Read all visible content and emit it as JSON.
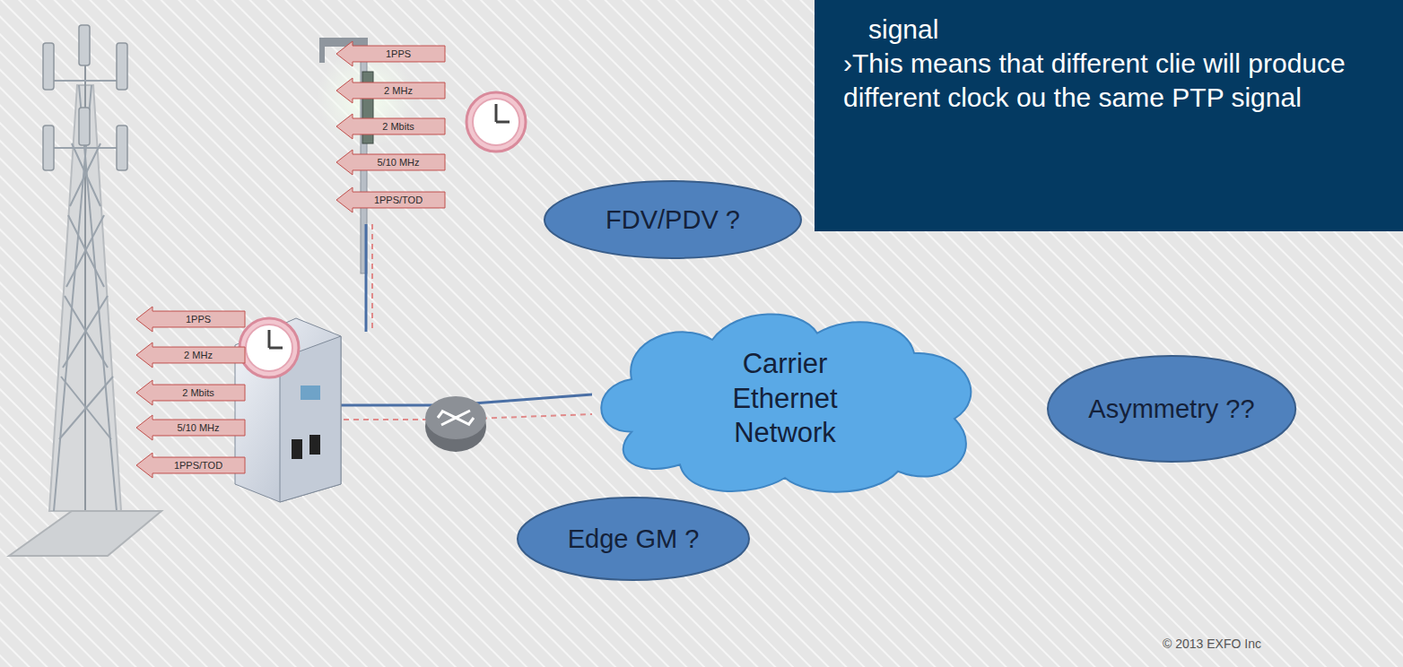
{
  "diagram": {
    "nodes": [
      {
        "text": [
          "signal",
          "›This means that different clie will produce different clock ou the same PTP signal"
        ]
      },
      {
        "text": [
          "1PPS"
        ]
      },
      {
        "text": [
          "2 MHz"
        ]
      },
      {
        "text": [
          "2 Mbits"
        ]
      },
      {
        "text": [
          "5/10 MHz"
        ]
      },
      {
        "text": [
          "1PPS/TOD"
        ]
      },
      {
        "text": [
          "FDV/PDV ?"
        ]
      },
      {
        "text": [
          "1PPS"
        ]
      },
      {
        "text": [
          "2 MHz"
        ]
      },
      {
        "text": [
          "2 Mbits"
        ]
      },
      {
        "text": [
          "5/10 MHz"
        ]
      },
      {
        "text": [
          "1PPS/TOD"
        ]
      },
      {
        "text": [
          "Carrier Ethernet Network"
        ]
      },
      {
        "text": [
          "Asymmetry ??"
        ]
      },
      {
        "text": [
          "Edge GM ?"
        ]
      }
    ],
    "labels": [
      "© 2013 EXFO Inc"
    ]
  }
}
